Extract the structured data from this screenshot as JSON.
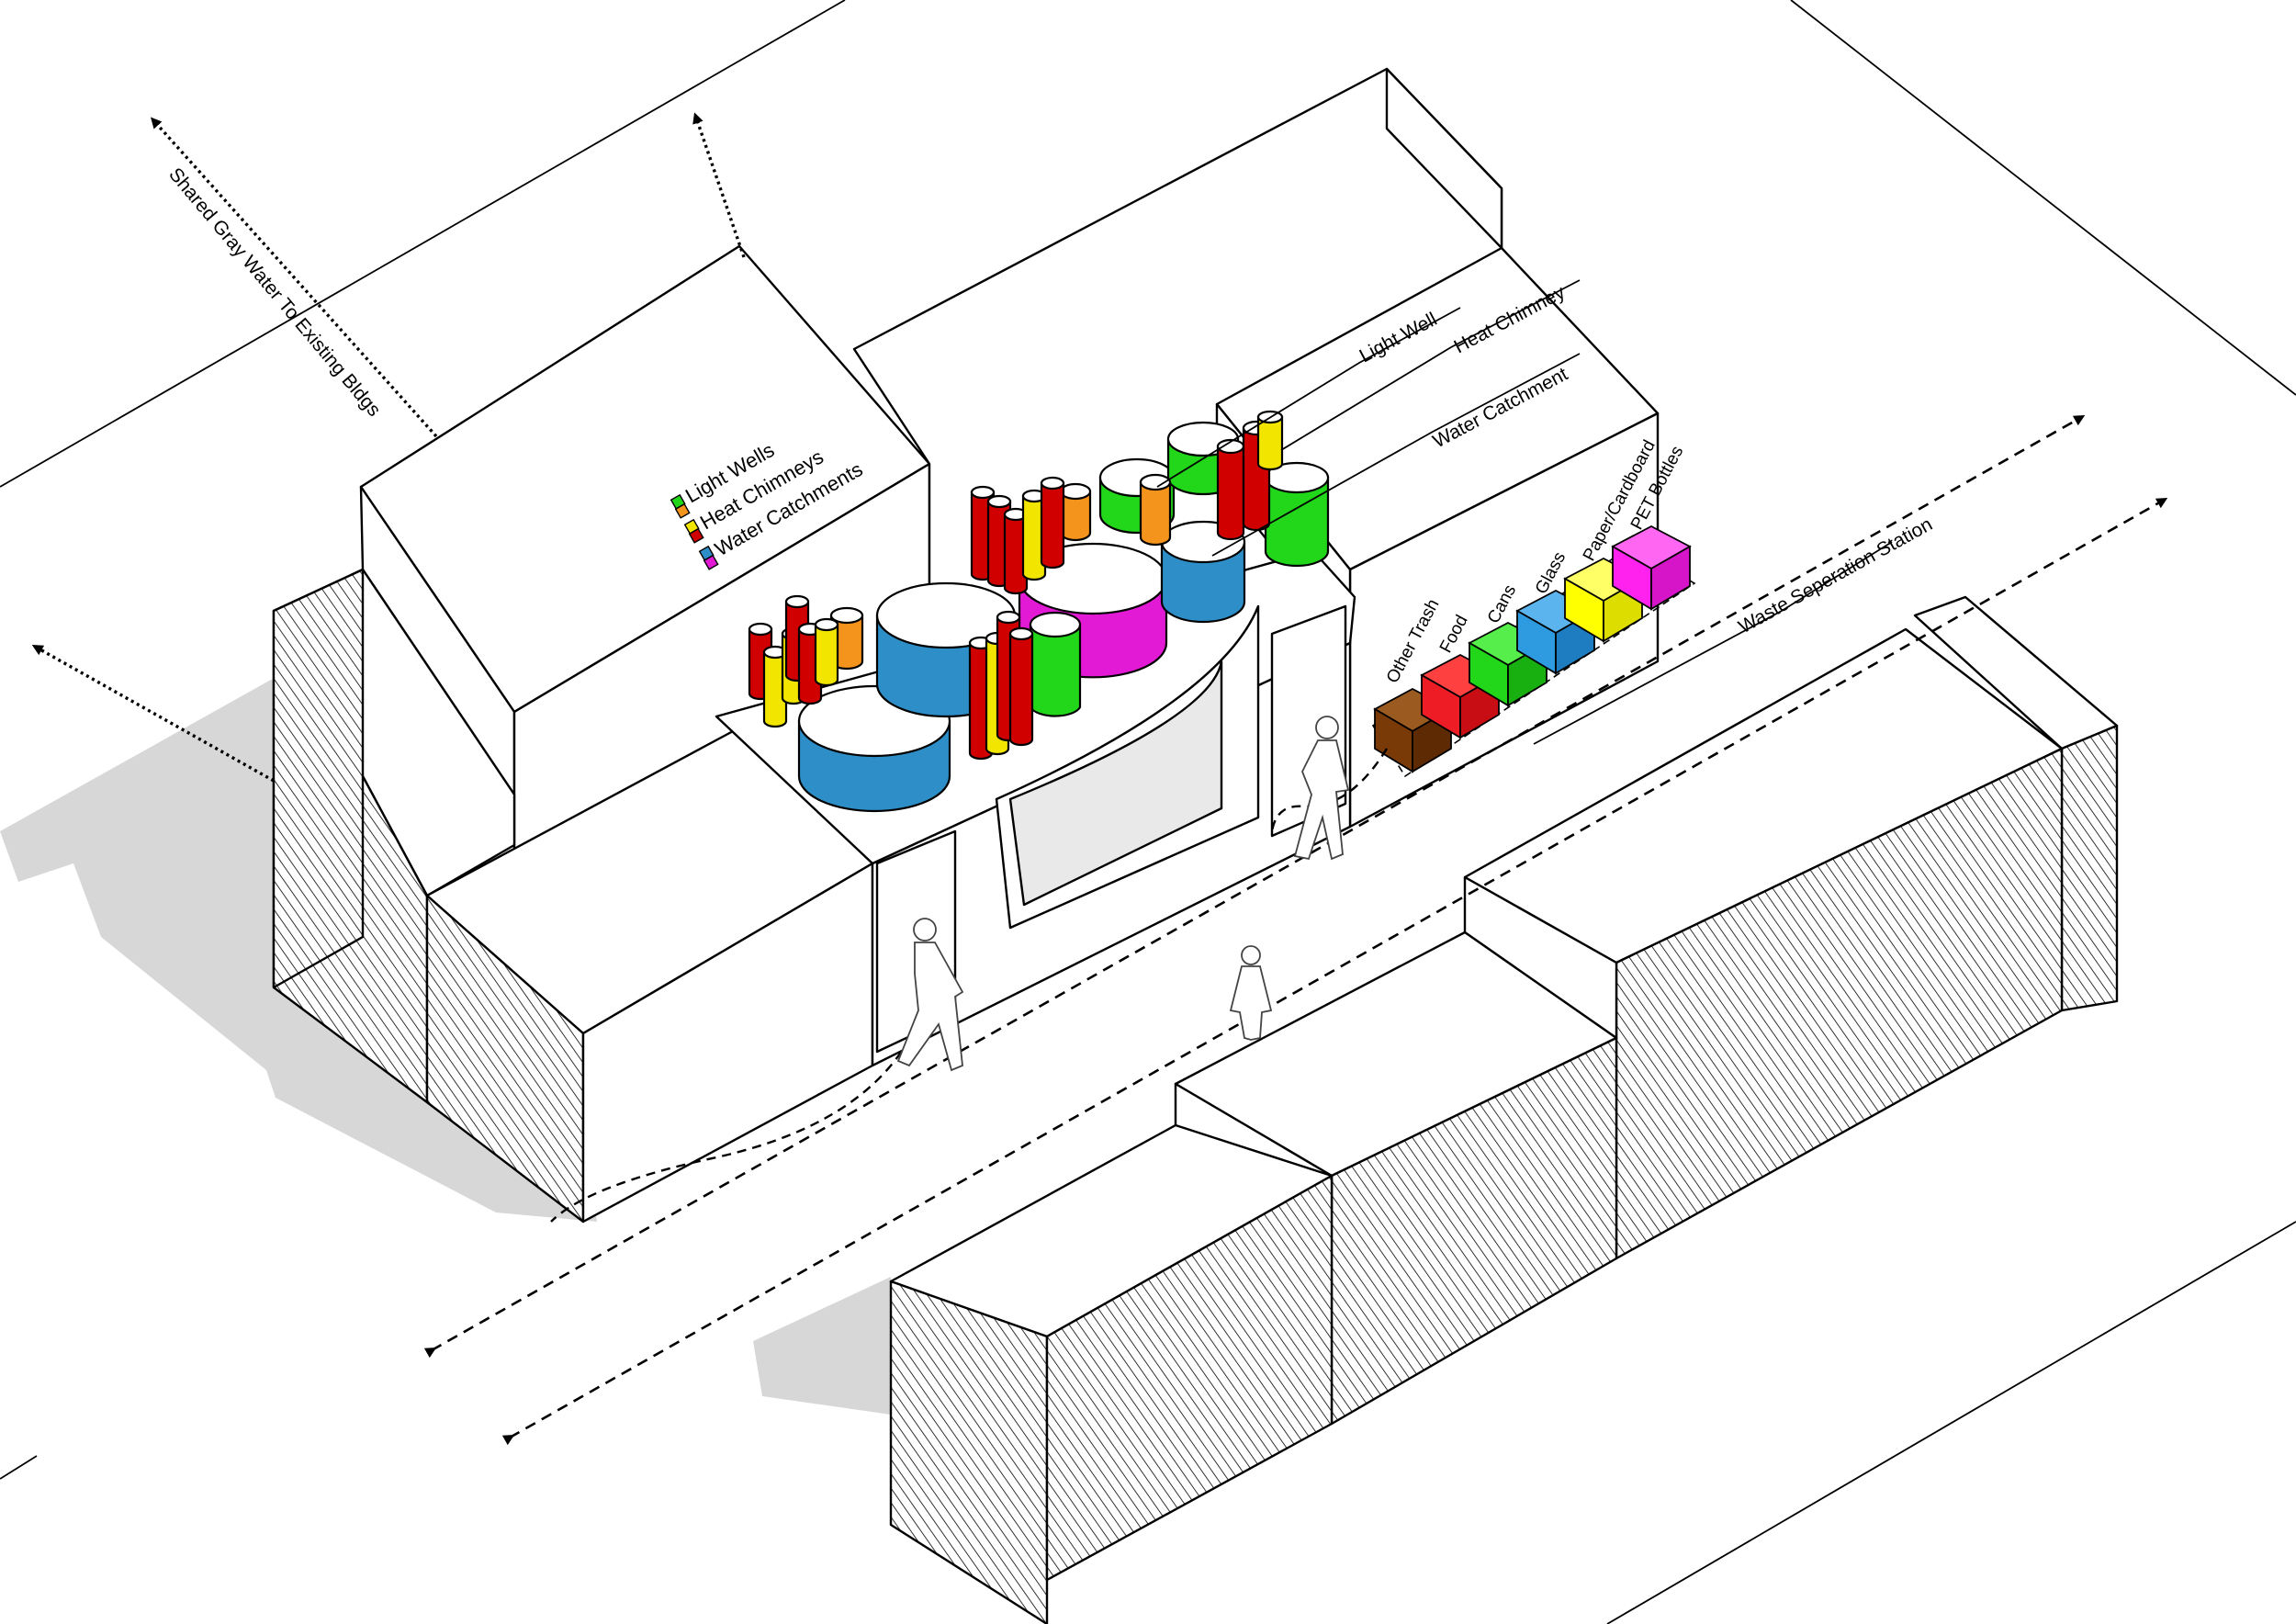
{
  "legend": {
    "light_wells": "Light Wells",
    "heat_chimneys": "Heat Chimneys",
    "water_catchments": "Water Catchments"
  },
  "callouts": {
    "light_well": "Light Well",
    "heat_chimney": "Heat Chimney",
    "water_catchment": "Water Catchment",
    "gray_water": "Shared Gray Water To Existing Bldgs",
    "waste_station": "Waste Seperation Station"
  },
  "bins": [
    {
      "label": "Other Trash",
      "color": "#7a3a08"
    },
    {
      "label": "Food",
      "color": "#ee1c24"
    },
    {
      "label": "Cans",
      "color": "#22d61a"
    },
    {
      "label": "Glass",
      "color": "#2e9ae0"
    },
    {
      "label": "Paper/Cardboard",
      "color": "#ffff00"
    },
    {
      "label": "PET Bottles",
      "color": "#ff22ee"
    }
  ],
  "colors": {
    "light_well_green": "#22d61a",
    "light_well_orange": "#f5941d",
    "heat_chimney_yellow": "#f2e600",
    "heat_chimney_red": "#d00000",
    "water_blue": "#2e8fc8",
    "water_magenta": "#e21ad6",
    "shadow": "#d7d7d7"
  }
}
